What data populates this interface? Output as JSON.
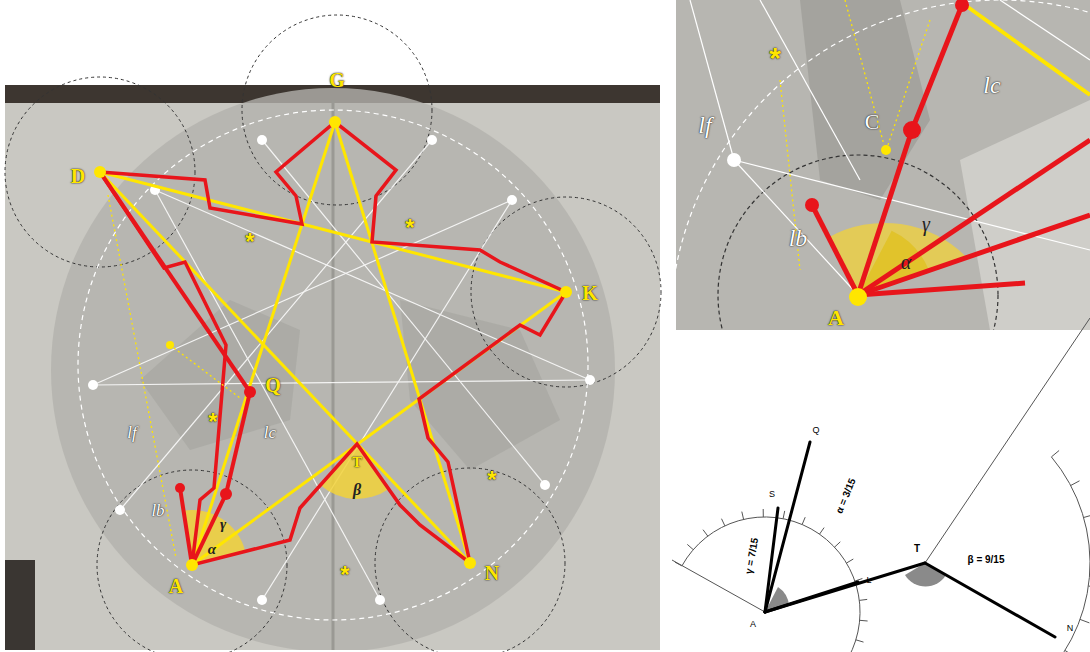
{
  "diagram": {
    "labels": [
      "G",
      "D",
      "K",
      "Q",
      "T",
      "β",
      "A",
      "N",
      "α",
      "γ",
      "lb",
      "lf",
      "lc",
      "*",
      "*",
      "*",
      "*",
      "*",
      "*",
      "C",
      "lf",
      "lc",
      "lb",
      "γ",
      "α",
      "A",
      "S",
      "Q",
      "α = 3/15",
      "γ = 7/15",
      "L",
      "A",
      "T",
      "β = 9/15",
      "N"
    ]
  }
}
